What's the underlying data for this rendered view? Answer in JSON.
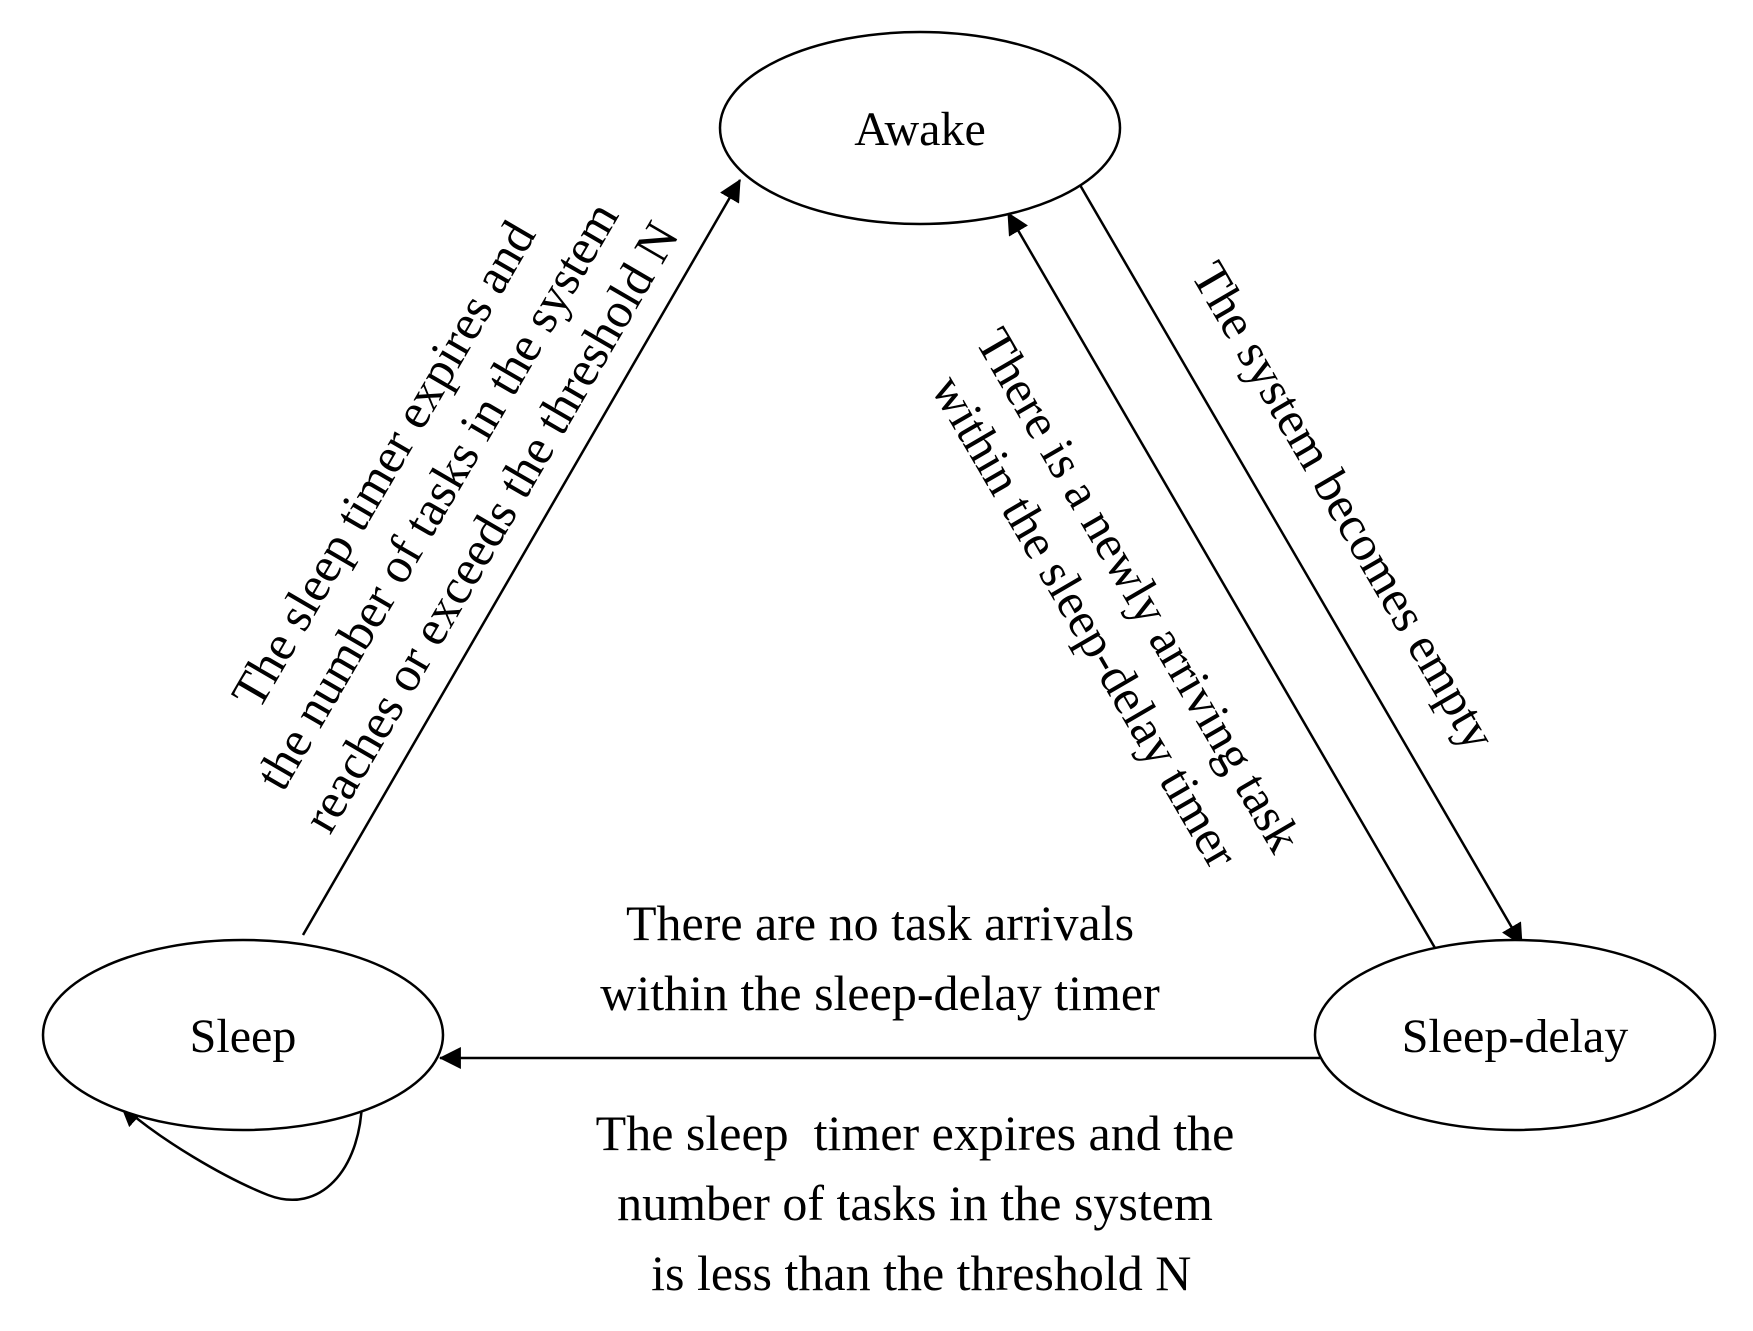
{
  "diagram": {
    "type": "state-transition",
    "nodes": {
      "awake": {
        "label": "Awake"
      },
      "sleep": {
        "label": "Sleep"
      },
      "sleep_delay": {
        "label": "Sleep-delay"
      }
    },
    "edges": {
      "sleep_to_awake": {
        "from": "Sleep",
        "to": "Awake",
        "lines": [
          "The sleep  timer expires and",
          "the number of tasks in the system",
          "reaches or exceeds the threshold N"
        ]
      },
      "awake_to_sleep_delay": {
        "from": "Awake",
        "to": "Sleep-delay",
        "lines": [
          "The system becomes empty"
        ]
      },
      "sleep_delay_to_awake": {
        "from": "Sleep-delay",
        "to": "Awake",
        "lines": [
          "There is a newly arriving task",
          "within the sleep-delay timer"
        ]
      },
      "sleep_delay_to_sleep": {
        "from": "Sleep-delay",
        "to": "Sleep",
        "lines": [
          "There are no task arrivals",
          "within the sleep-delay timer"
        ]
      },
      "sleep_self_loop": {
        "from": "Sleep",
        "to": "Sleep",
        "lines": [
          "The sleep  timer expires and the",
          "number of tasks in the system",
          " is less than the threshold N"
        ]
      }
    }
  }
}
